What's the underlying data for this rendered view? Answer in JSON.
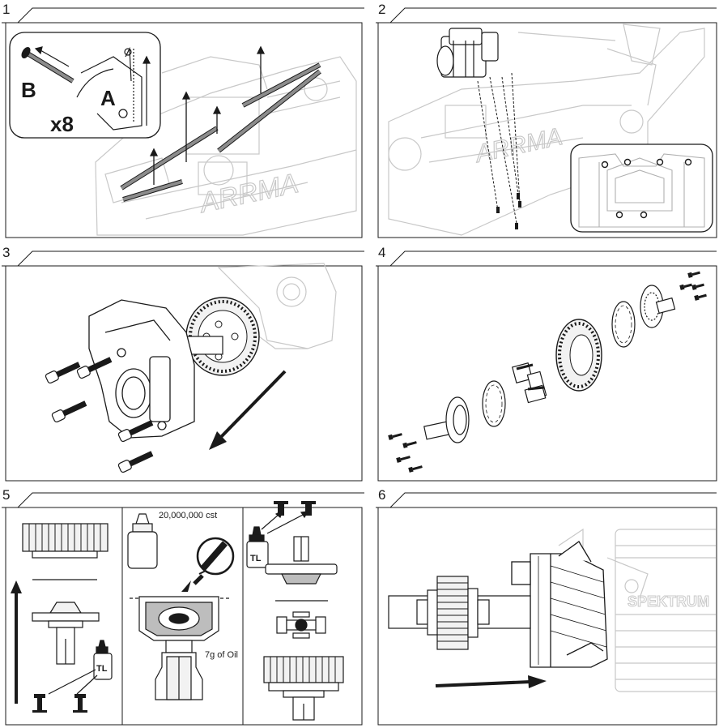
{
  "steps": [
    {
      "number": "1",
      "labels": {
        "part_b": "B",
        "part_a": "A",
        "qty": "x8"
      }
    },
    {
      "number": "2"
    },
    {
      "number": "3"
    },
    {
      "number": "4"
    },
    {
      "number": "5",
      "labels": {
        "viscosity": "20,000,000 cst",
        "oil_amount": "7g of Oil",
        "threadlock_1": "TL",
        "threadlock_2": "TL"
      }
    },
    {
      "number": "6",
      "labels": {
        "brand_text": "SPEKTRUM"
      }
    }
  ],
  "colors": {
    "line": "#1a1a1a",
    "ghost": "#c8c8c8",
    "rod": "#8c8c8c",
    "fill_light": "#f2f2f2"
  }
}
